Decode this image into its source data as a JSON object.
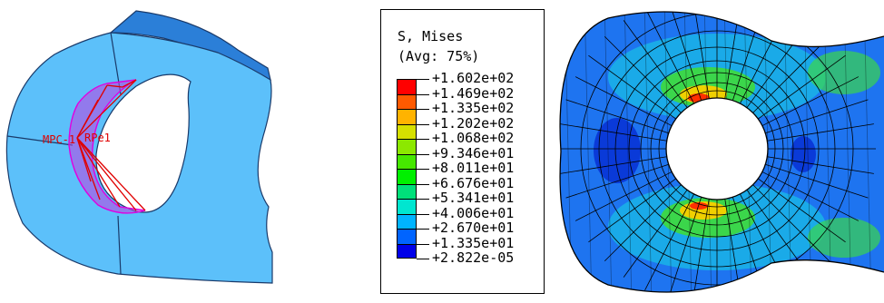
{
  "left_panel": {
    "annotation_label": "MPC-1",
    "reference_point_label": "RPe1",
    "colors": {
      "part_fill": "#5cc0fa",
      "part_top": "#2b7fd8",
      "constraint": "#e000e0",
      "mpc_lines": "#e00000"
    }
  },
  "legend": {
    "title": "S, Mises",
    "subtitle": "(Avg: 75%)",
    "labels": [
      "+1.602e+02",
      "+1.469e+02",
      "+1.335e+02",
      "+1.202e+02",
      "+1.068e+02",
      "+9.346e+01",
      "+8.011e+01",
      "+6.676e+01",
      "+5.341e+01",
      "+4.006e+01",
      "+2.670e+01",
      "+1.335e+01",
      "+2.822e-05"
    ],
    "colors": [
      "#ff0000",
      "#ff5a00",
      "#ffb300",
      "#d6e000",
      "#8ce800",
      "#46e800",
      "#00f000",
      "#00e07a",
      "#00e6d0",
      "#00b4ff",
      "#0064ff",
      "#0000e8"
    ]
  },
  "contour_panel": {
    "colors": {
      "low": "#0000e8",
      "base": "#1e74f0",
      "mid": "#19b8e6",
      "warm": "#3bd64b",
      "hot": "#f0d000",
      "peak": "#ff3000"
    }
  }
}
